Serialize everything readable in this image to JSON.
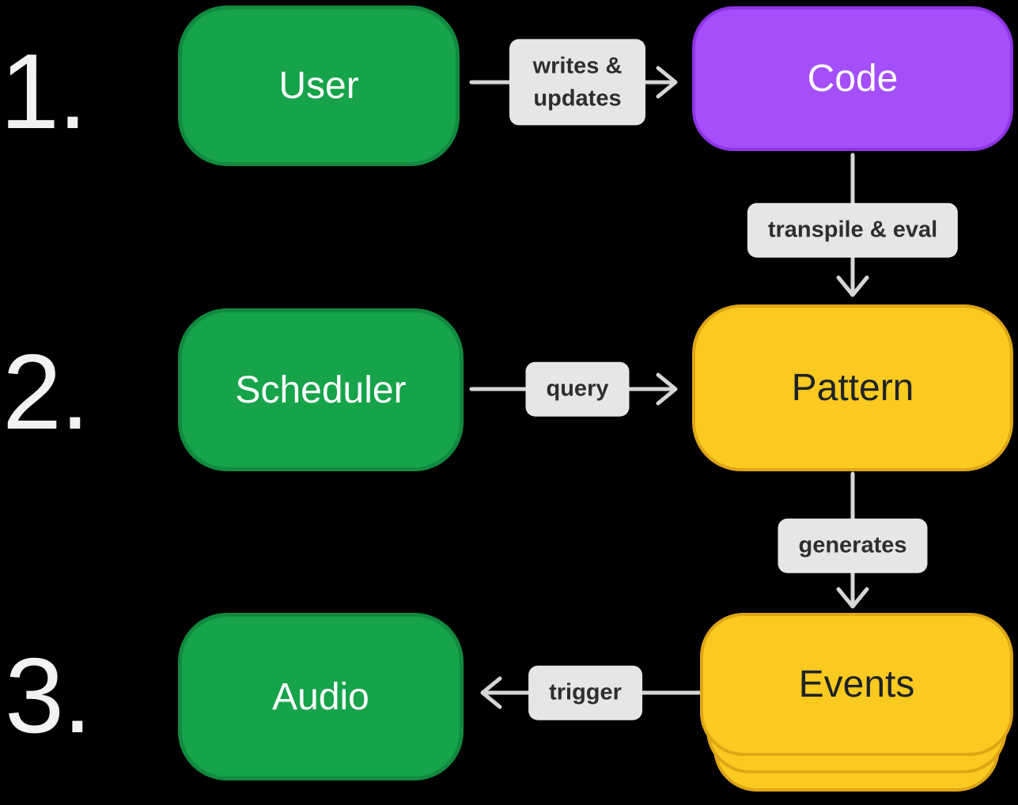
{
  "colors": {
    "background": "#000000",
    "green_fill": "#16a34a",
    "green_border": "#118a40",
    "purple_fill": "#a44ff9",
    "purple_border": "#8f33e6",
    "yellow_fill": "#fbca20",
    "yellow_border": "#dfa616",
    "label_bg": "#e6e6e6",
    "label_text": "#2e2e2e",
    "arrow": "#d6d6d6",
    "number": "#f2f2f2",
    "node_text_light": "#ffffff",
    "node_text_dark": "#1f2328"
  },
  "step_numbers": {
    "one": "1.",
    "two": "2.",
    "three": "3."
  },
  "nodes": {
    "user": "User",
    "code": "Code",
    "scheduler": "Scheduler",
    "pattern": "Pattern",
    "audio": "Audio",
    "events": "Events"
  },
  "edge_labels": {
    "writes_updates": "writes & updates",
    "transpile_eval": "transpile & eval",
    "query": "query",
    "generates": "generates",
    "trigger": "trigger"
  }
}
